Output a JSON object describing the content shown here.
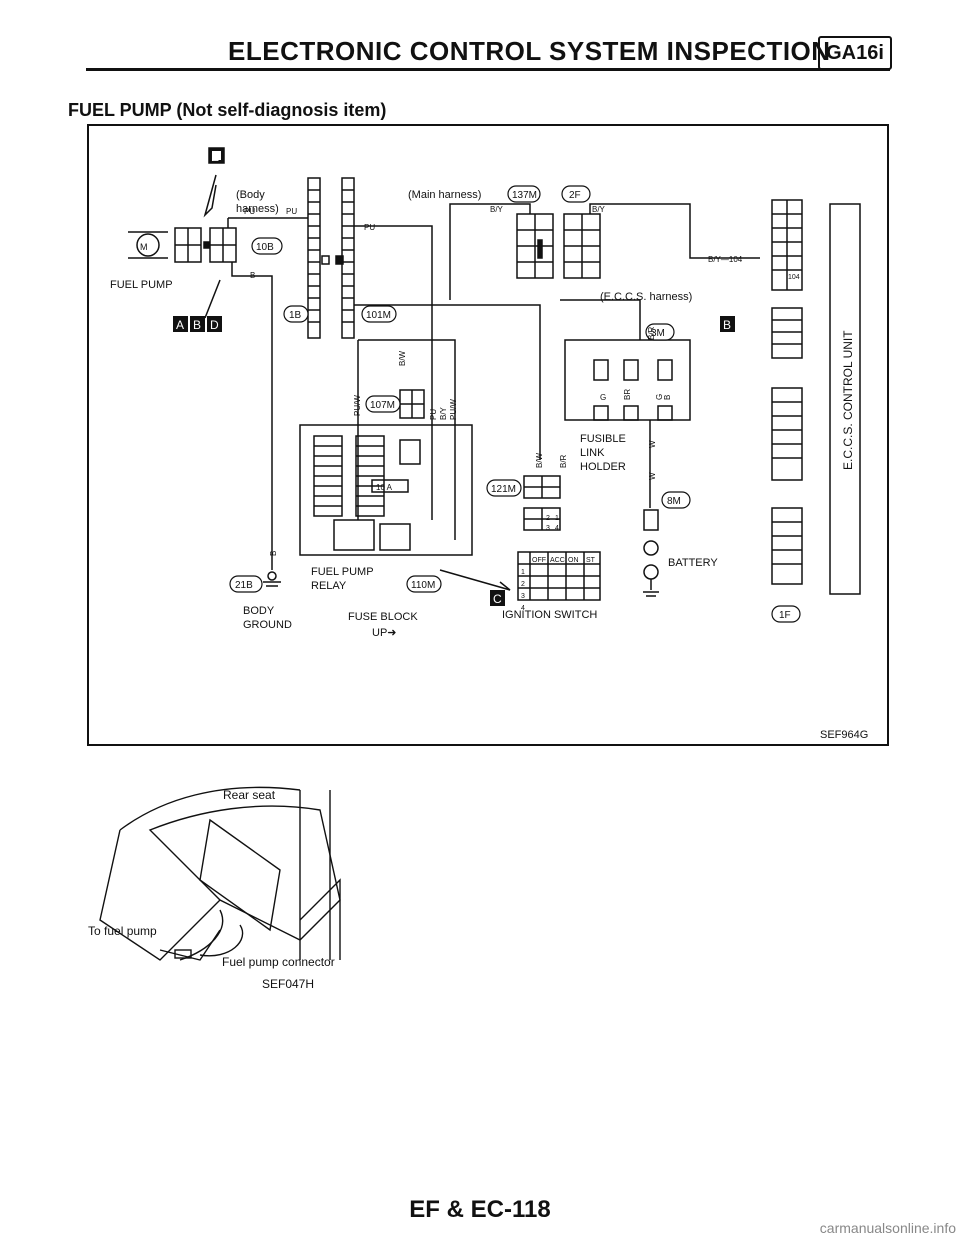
{
  "header": {
    "title": "ELECTRONIC CONTROL SYSTEM INSPECTION",
    "model_code": "GA16i"
  },
  "section": {
    "title": "FUEL PUMP (Not self-diagnosis item)"
  },
  "diagram": {
    "boxes": {
      "E": "E",
      "A": "A",
      "B": "B",
      "D": "D",
      "B2": "B",
      "C": "C"
    },
    "labels": {
      "body_harness": "(Body",
      "body_harness_2": "harness)",
      "main_harness": "(Main harness)",
      "eccs_harness": "(E.C.C.S. harness)",
      "fuel_pump": "FUEL PUMP",
      "fusible": "FUSIBLE",
      "link": "LINK",
      "holder": "HOLDER",
      "battery": "BATTERY",
      "fuel_pump_relay_1": "FUEL PUMP",
      "fuel_pump_relay_2": "RELAY",
      "fuse_block": "FUSE BLOCK",
      "up": "UP➜",
      "ignition_switch": "IGNITION SWITCH",
      "body_ground_1": "BODY",
      "body_ground_2": "GROUND",
      "eccs_control_unit": "E.C.C.S. CONTROL UNIT",
      "figure_code": "SEF964G",
      "fuse_10a": "10 A"
    },
    "connectors": {
      "c137m": "137M",
      "c2f": "2F",
      "c10b": "10B",
      "c1b": "1B",
      "c101m": "101M",
      "c107m": "107M",
      "c3m": "3M",
      "c121m": "121M",
      "c8m": "8M",
      "c21b": "21B",
      "c110m": "110M",
      "c1f": "1F"
    },
    "wires": {
      "pu": "PU",
      "b": "B",
      "by": "B/Y",
      "by104": "B/Y—104",
      "bw": "B/W",
      "br": "B/R",
      "puw": "PU/W",
      "pu2": "PU",
      "by2": "B/Y",
      "puw2": "PU/W",
      "g": "G",
      "w": "W",
      "brw": "BR",
      "g2": "G",
      "b2": "B",
      "w2": "W",
      "w3": "W",
      "bw2": "B/W",
      "br2": "B/R",
      "br3": "B/R",
      "b3": "B",
      "pin104": "104"
    },
    "ignition_table": {
      "headers": [
        "OFF",
        "ACC",
        "ON",
        "ST"
      ],
      "rows": [
        "1",
        "2",
        "3",
        "4"
      ]
    },
    "switch_pins": [
      "2",
      "1",
      "3",
      "4"
    ]
  },
  "illustration": {
    "rear_seat": "Rear seat",
    "to_fuel_pump": "To fuel pump",
    "fuel_pump_connector": "Fuel pump connector",
    "figure_code": "SEF047H"
  },
  "footer": {
    "page": "EF & EC-118"
  },
  "watermark": "carmanualsonline.info"
}
